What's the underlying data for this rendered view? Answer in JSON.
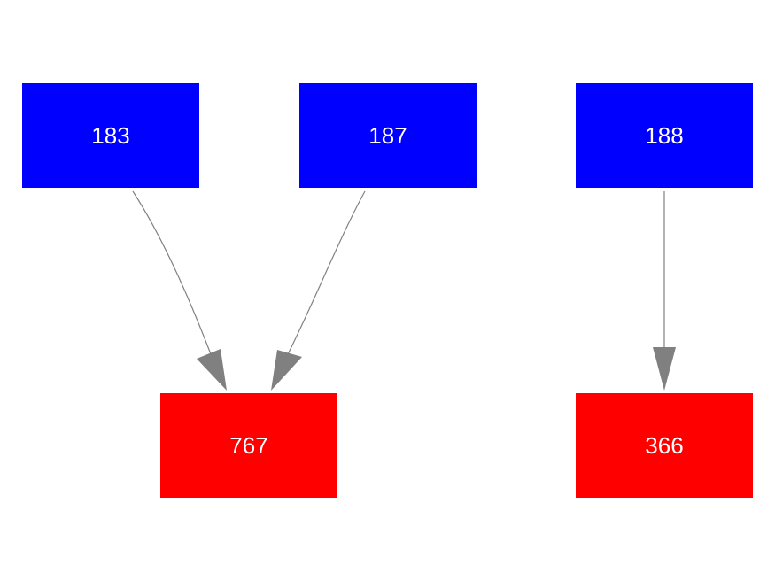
{
  "colors": {
    "source_node": "#0000ff",
    "target_node": "#ff0000",
    "edge": "#808080",
    "label": "#ffffff",
    "background": "#ffffff"
  },
  "nodes": [
    {
      "id": "183",
      "label": "183",
      "role": "source"
    },
    {
      "id": "187",
      "label": "187",
      "role": "source"
    },
    {
      "id": "188",
      "label": "188",
      "role": "source"
    },
    {
      "id": "767",
      "label": "767",
      "role": "target"
    },
    {
      "id": "366",
      "label": "366",
      "role": "target"
    }
  ],
  "edges": [
    {
      "from": "183",
      "to": "767"
    },
    {
      "from": "187",
      "to": "767"
    },
    {
      "from": "188",
      "to": "366"
    }
  ]
}
